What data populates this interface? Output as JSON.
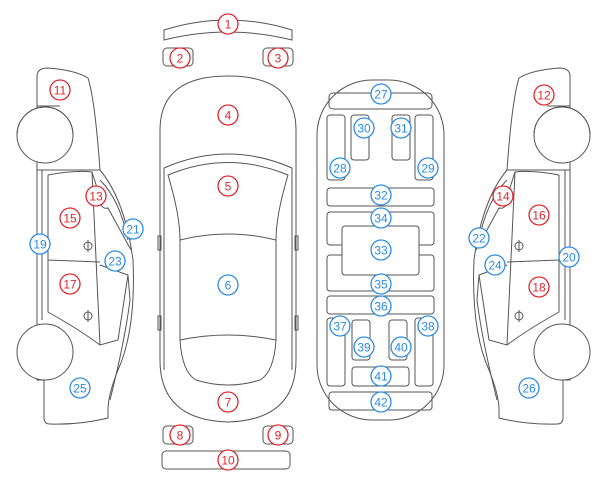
{
  "colors": {
    "red": "#e0262e",
    "blue": "#2b8be6",
    "outline": "#555555"
  },
  "markers": [
    {
      "id": "1",
      "color": "red"
    },
    {
      "id": "2",
      "color": "red"
    },
    {
      "id": "3",
      "color": "red"
    },
    {
      "id": "4",
      "color": "red"
    },
    {
      "id": "5",
      "color": "red"
    },
    {
      "id": "6",
      "color": "blue"
    },
    {
      "id": "7",
      "color": "red"
    },
    {
      "id": "8",
      "color": "red"
    },
    {
      "id": "9",
      "color": "red"
    },
    {
      "id": "10",
      "color": "red"
    },
    {
      "id": "11",
      "color": "red"
    },
    {
      "id": "12",
      "color": "red"
    },
    {
      "id": "13",
      "color": "red"
    },
    {
      "id": "14",
      "color": "red"
    },
    {
      "id": "15",
      "color": "red"
    },
    {
      "id": "16",
      "color": "red"
    },
    {
      "id": "17",
      "color": "red"
    },
    {
      "id": "18",
      "color": "red"
    },
    {
      "id": "19",
      "color": "blue"
    },
    {
      "id": "20",
      "color": "blue"
    },
    {
      "id": "21",
      "color": "blue"
    },
    {
      "id": "22",
      "color": "blue"
    },
    {
      "id": "23",
      "color": "blue"
    },
    {
      "id": "24",
      "color": "blue"
    },
    {
      "id": "25",
      "color": "blue"
    },
    {
      "id": "26",
      "color": "blue"
    },
    {
      "id": "27",
      "color": "blue"
    },
    {
      "id": "28",
      "color": "blue"
    },
    {
      "id": "29",
      "color": "blue"
    },
    {
      "id": "30",
      "color": "blue"
    },
    {
      "id": "31",
      "color": "blue"
    },
    {
      "id": "32",
      "color": "blue"
    },
    {
      "id": "33",
      "color": "blue"
    },
    {
      "id": "34",
      "color": "blue"
    },
    {
      "id": "35",
      "color": "blue"
    },
    {
      "id": "36",
      "color": "blue"
    },
    {
      "id": "37",
      "color": "blue"
    },
    {
      "id": "38",
      "color": "blue"
    },
    {
      "id": "39",
      "color": "blue"
    },
    {
      "id": "40",
      "color": "blue"
    },
    {
      "id": "41",
      "color": "blue"
    },
    {
      "id": "42",
      "color": "blue"
    }
  ]
}
